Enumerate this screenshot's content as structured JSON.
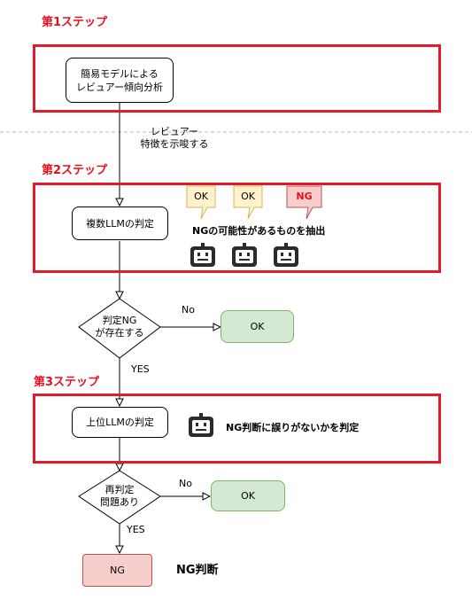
{
  "steps": {
    "step1": "第1ステップ",
    "step2": "第2ステップ",
    "step3": "第3ステップ"
  },
  "nodes": {
    "simple_model_line1": "簡易モデルによる",
    "simple_model_line2": "レビュアー傾向分析",
    "reviewer_note_line1": "レビュアー",
    "reviewer_note_line2": "特徴を示唆する",
    "multi_llm": "複数LLMの判定",
    "extract_ng": "NGの可能性があるものを抽出",
    "bubble1": "OK",
    "bubble2": "OK",
    "bubble3": "NG",
    "decision1_line1": "判定NG",
    "decision1_line2": "が存在する",
    "no1": "No",
    "ok1": "OK",
    "yes1": "YES",
    "upper_llm": "上位LLMの判定",
    "check_ng": "NG判断に誤りがないかを判定",
    "decision2_line1": "再判定",
    "decision2_line2": "問題あり",
    "no2": "No",
    "ok2": "OK",
    "yes2": "YES",
    "ng_final": "NG",
    "ng_judgment": "NG判断"
  },
  "colors": {
    "step_red": "#e21b2b",
    "ok_green_fill": "#d5e8d4",
    "ng_pink_fill": "#f8cecc",
    "bubble_yellow_fill": "#fff2cc",
    "robot_dark": "#2b2b2b"
  },
  "icons": [
    "robot-icon",
    "robot-icon",
    "robot-icon",
    "robot-icon"
  ]
}
